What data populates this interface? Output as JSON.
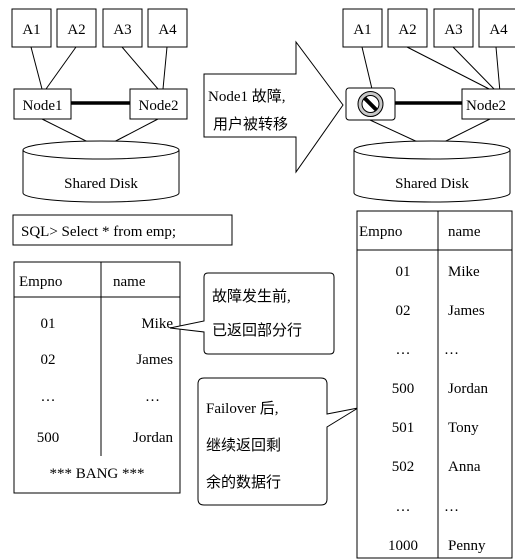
{
  "left_cluster": {
    "apps": [
      "A1",
      "A2",
      "A3",
      "A4"
    ],
    "node1": "Node1",
    "node2": "Node2",
    "disk": "Shared Disk"
  },
  "arrow": {
    "line1": "Node1 故障,",
    "line2": "用户被转移"
  },
  "right_cluster": {
    "apps": [
      "A1",
      "A2",
      "A3",
      "A4"
    ],
    "node2": "Node2",
    "failed_node_icon": "prohibited-icon",
    "disk": "Shared Disk"
  },
  "sql_query": "SQL> Select * from emp;",
  "before_table": {
    "headers": [
      "Empno",
      "name"
    ],
    "rows": [
      [
        "01",
        "Mike"
      ],
      [
        "02",
        "James"
      ],
      [
        "…",
        "…"
      ],
      [
        "500",
        "Jordan"
      ]
    ],
    "crash_text": "*** BANG ***"
  },
  "callout_before": {
    "line1": "故障发生前,",
    "line2": "已返回部分行"
  },
  "callout_after": {
    "line1": "Failover 后,",
    "line2": "继续返回剩",
    "line3": "余的数据行"
  },
  "after_table": {
    "headers": [
      "Empno",
      "name"
    ],
    "rows": [
      [
        "01",
        "Mike"
      ],
      [
        "02",
        "James"
      ],
      [
        "…",
        "…"
      ],
      [
        "500",
        "Jordan"
      ],
      [
        "501",
        "Tony"
      ],
      [
        "502",
        "Anna"
      ],
      [
        "…",
        "…"
      ],
      [
        "1000",
        "Penny"
      ]
    ]
  }
}
